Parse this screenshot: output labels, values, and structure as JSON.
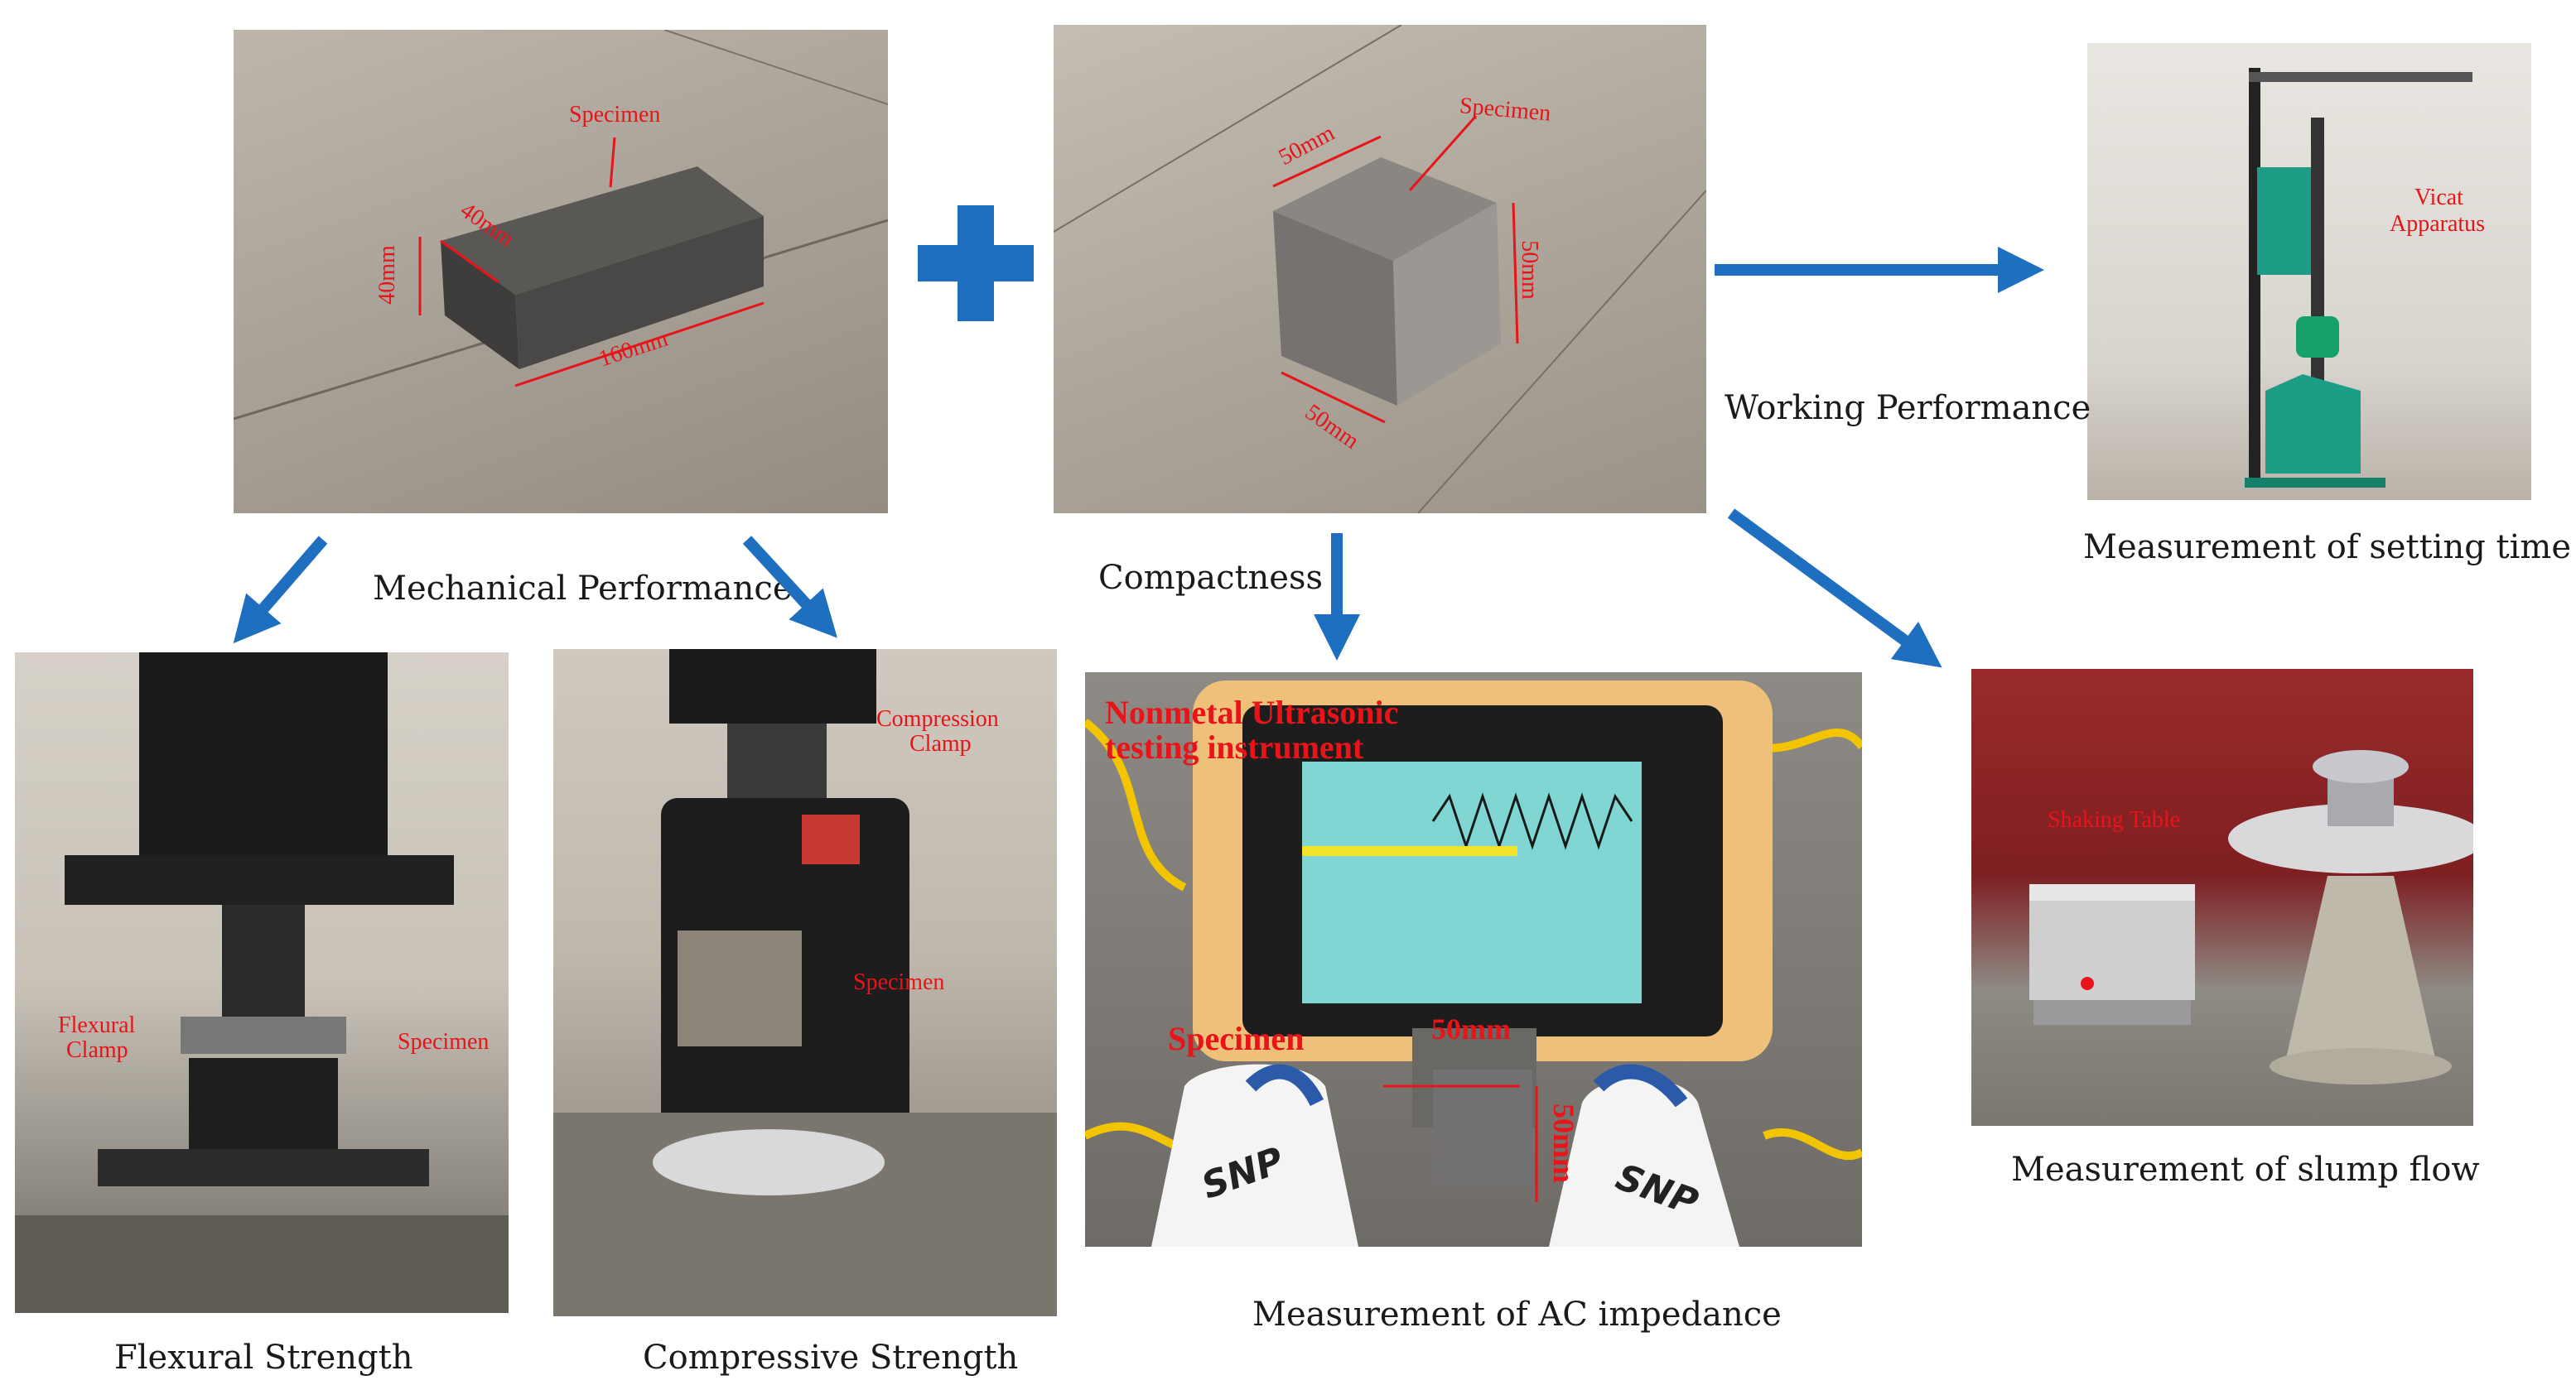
{
  "colors": {
    "arrow": "#1f6fc1",
    "annotation": "#e8141a",
    "caption": "#1a1a1a"
  },
  "labels": {
    "mechanical_performance": "Mechanical Performance",
    "working_performance": "Working Performance",
    "compactness": "Compactness"
  },
  "photos": {
    "prism": {
      "annotation": "Specimen",
      "dim_width": "40mm",
      "dim_height": "40mm",
      "dim_length": "160mm"
    },
    "cube": {
      "annotation": "Specimen",
      "dim_top": "50mm",
      "dim_side": "50mm",
      "dim_bottom": "50mm"
    },
    "vicat": {
      "annotation_line1": "Vicat",
      "annotation_line2": "Apparatus",
      "caption": "Measurement of setting time"
    },
    "flexural": {
      "annotation_clamp_line1": "Flexural",
      "annotation_clamp_line2": "Clamp",
      "annotation_specimen": "Specimen",
      "caption": "Flexural Strength"
    },
    "compressive": {
      "annotation_clamp_line1": "Compression",
      "annotation_clamp_line2": "Clamp",
      "annotation_specimen": "Specimen",
      "caption": "Compressive Strength"
    },
    "ac": {
      "annotation_line1": "Nonmetal Ultrasonic",
      "annotation_line2": "testing instrument",
      "annotation_specimen": "Specimen",
      "dim_top": "50mm",
      "dim_side": "50mm",
      "glove_text": "SNP",
      "caption": "Measurement of AC impedance"
    },
    "slump": {
      "annotation": "Shaking Table",
      "caption": "Measurement of slump flow"
    }
  }
}
